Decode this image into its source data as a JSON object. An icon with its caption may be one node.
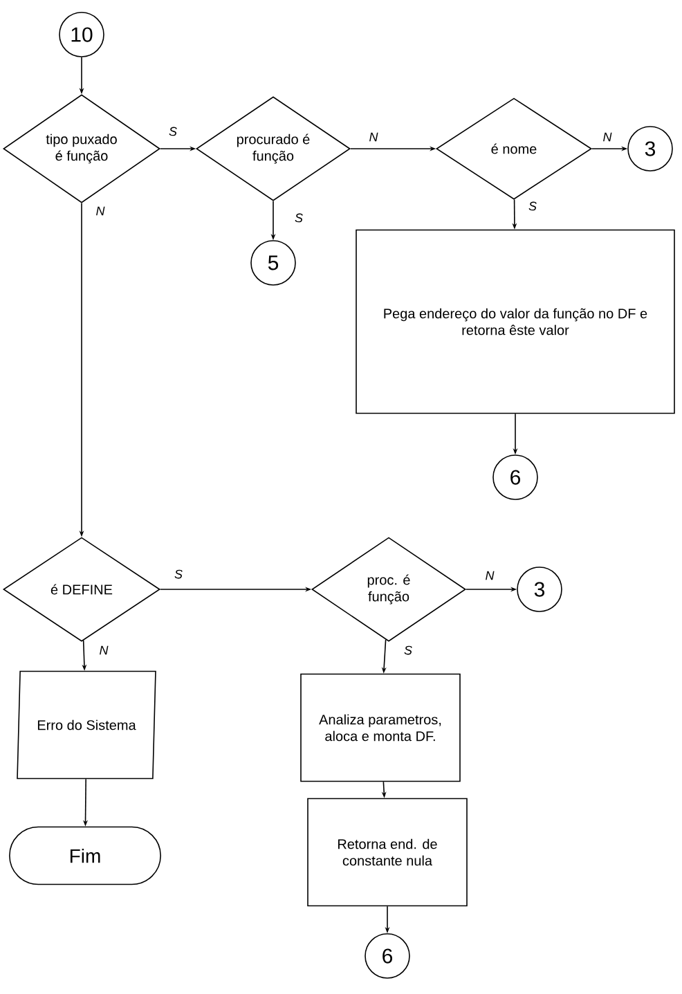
{
  "diagram": {
    "nodes": [
      {
        "text": [
          "10"
        ]
      },
      {
        "text": [
          "tipo puxado é função"
        ]
      },
      {
        "text": [
          "procurado é função"
        ]
      },
      {
        "text": [
          "é nome"
        ]
      },
      {
        "text": [
          "3"
        ]
      },
      {
        "text": [
          "5"
        ]
      },
      {
        "text": [
          "Pega endereço do valor da função no DF e retorna êste valor"
        ]
      },
      {
        "text": [
          "6"
        ]
      },
      {
        "text": [
          "é DEFINE"
        ]
      },
      {
        "text": [
          "proc. é função"
        ]
      },
      {
        "text": [
          "3"
        ]
      },
      {
        "text": [
          "Erro do Sistema"
        ]
      },
      {
        "text": [
          "Analiza parametros, aloca e monta DF."
        ]
      },
      {
        "text": [
          "Retorna end. de constante nula"
        ]
      },
      {
        "text": [
          "Fim"
        ]
      },
      {
        "text": [
          "6"
        ]
      }
    ],
    "edges": [
      {
        "from": 0,
        "to": 1,
        "arrow": "to"
      },
      {
        "from": 1,
        "to": 2,
        "arrow": "to",
        "label": "S"
      },
      {
        "from": 2,
        "to": 3,
        "arrow": "to",
        "label": "N"
      },
      {
        "from": 3,
        "to": 4,
        "arrow": "to",
        "label": "N"
      },
      {
        "from": 2,
        "to": 5,
        "arrow": "to",
        "label": "S"
      },
      {
        "from": 3,
        "to": 6,
        "arrow": "to",
        "label": "S"
      },
      {
        "from": 6,
        "to": 7,
        "arrow": "to"
      },
      {
        "from": 1,
        "to": 8,
        "arrow": "to",
        "label": "N"
      },
      {
        "from": 8,
        "to": 9,
        "arrow": "to",
        "label": "S"
      },
      {
        "from": 9,
        "to": 10,
        "arrow": "to",
        "label": "N"
      },
      {
        "from": 8,
        "to": 11,
        "arrow": "to",
        "label": "N"
      },
      {
        "from": 9,
        "to": 12,
        "arrow": "to",
        "label": "S"
      },
      {
        "from": 12,
        "to": 13,
        "arrow": "to"
      },
      {
        "from": 11,
        "to": 14,
        "arrow": "to"
      },
      {
        "from": 13,
        "to": 15,
        "arrow": "to"
      }
    ]
  }
}
